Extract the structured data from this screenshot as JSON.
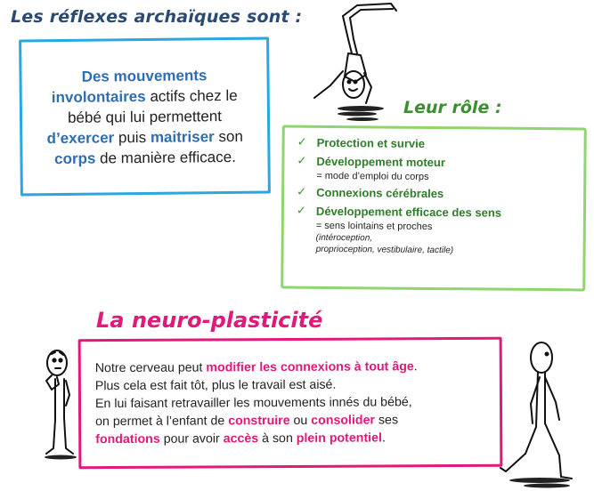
{
  "reflexes": {
    "title": "Les réflexes archaïques sont :",
    "definition": {
      "p1": "Des mouvements involontaires",
      "p2": " actifs chez le bébé qui lui permettent ",
      "p3": "d’exercer",
      "p4": " puis ",
      "p5": "maitriser",
      "p6": " son ",
      "p7": "corps",
      "p8": " de manière efficace."
    }
  },
  "role": {
    "title": "Leur rôle :",
    "items": [
      {
        "label": "Protection et survie"
      },
      {
        "label": "Développement moteur",
        "sub": "= mode d’emploi du corps"
      },
      {
        "label": "Connexions cérébrales"
      },
      {
        "label": "Développement efficace des sens",
        "sub": "= sens lointains et proches",
        "note1": "(intéroception,",
        "note2": "proprioception, vestibulaire, tactile)"
      }
    ]
  },
  "neuro": {
    "title": "La neuro-plasticité",
    "l1a": "Notre cerveau peut ",
    "l1b": "modifier les connexions à tout âge",
    "l1c": ".",
    "l2": "Plus cela est fait tôt, plus le travail est aisé.",
    "l3": "En lui faisant retravailler les mouvements innés du bébé,",
    "l4a": "on permet à l’enfant de ",
    "l4b": "construire",
    "l4c": " ou ",
    "l4d": "consolider",
    "l4e": " ses",
    "l5a": "fondations",
    "l5b": " pour avoir ",
    "l5c": "accès",
    "l5d": " à son ",
    "l5e": "plein potentiel",
    "l5f": "."
  },
  "colors": {
    "title_blue": "#2a4a73",
    "box_blue": "#29a8e0",
    "text_blue": "#2f6db3",
    "green": "#3a8f2e",
    "box_green": "#8fd46e",
    "pink": "#e2187a"
  },
  "icons": [
    "handstand-figure-icon",
    "thinking-figure-icon",
    "walking-figure-icon",
    "checkmark-icon"
  ]
}
